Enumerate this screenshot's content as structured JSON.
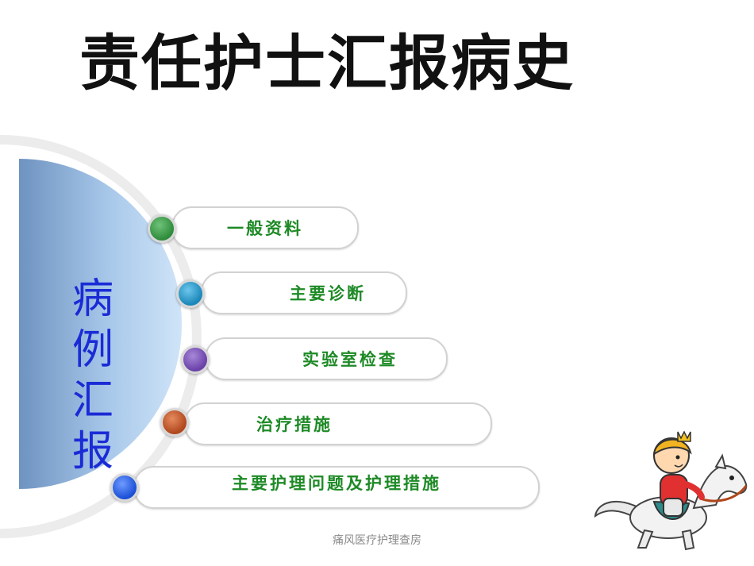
{
  "slide": {
    "title": "责任护士汇报病史",
    "vertical_label": "病例汇报",
    "footer": "痛风医疗护理查房"
  },
  "menu": {
    "items": [
      {
        "label": "一般资料",
        "dot_color": "#2e8b3a"
      },
      {
        "label": "主要诊断",
        "dot_color": "#1a86b8"
      },
      {
        "label": "实验室检查",
        "dot_color": "#6a3fa8"
      },
      {
        "label": "治疗措施",
        "dot_color": "#b0461c"
      },
      {
        "label": "主要护理问题及护理措施",
        "dot_color": "#1a4fd6"
      }
    ]
  },
  "colors": {
    "label_text": "#1e8a26",
    "vertical_label": "#1a2bd6",
    "panel_dark": "#6e93c0",
    "panel_light": "#cfe4f8"
  },
  "icons": {
    "mascot": "boy-riding-horse-icon"
  }
}
